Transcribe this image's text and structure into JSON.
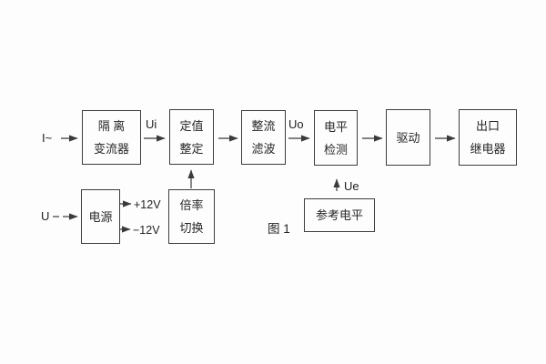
{
  "figure": {
    "caption": "图 1"
  },
  "labels": {
    "input_current": "I~",
    "input_voltage": "U",
    "ui": "Ui",
    "uo": "Uo",
    "ue": "Ue",
    "plus_12v": "+12V",
    "minus_12v": "−12V"
  },
  "boxes": {
    "isolation": {
      "line1": "隔 离",
      "line2": "变流器"
    },
    "setting": {
      "line1": "定值",
      "line2": "整定"
    },
    "rectifier": {
      "line1": "整流",
      "line2": "滤波"
    },
    "level": {
      "line1": "电平",
      "line2": "检测"
    },
    "drive": {
      "line1": "驱动"
    },
    "relay": {
      "line1": "出口",
      "line2": "继电器"
    },
    "power": {
      "line1": "电源"
    },
    "multiplier": {
      "line1": "倍率",
      "line2": "切换"
    },
    "reference": {
      "line1": "参考电平"
    }
  },
  "colors": {
    "wire": "#3a3a3a",
    "text": "#222222",
    "border": "#3d3d3d",
    "background": "#fdfdfd"
  }
}
